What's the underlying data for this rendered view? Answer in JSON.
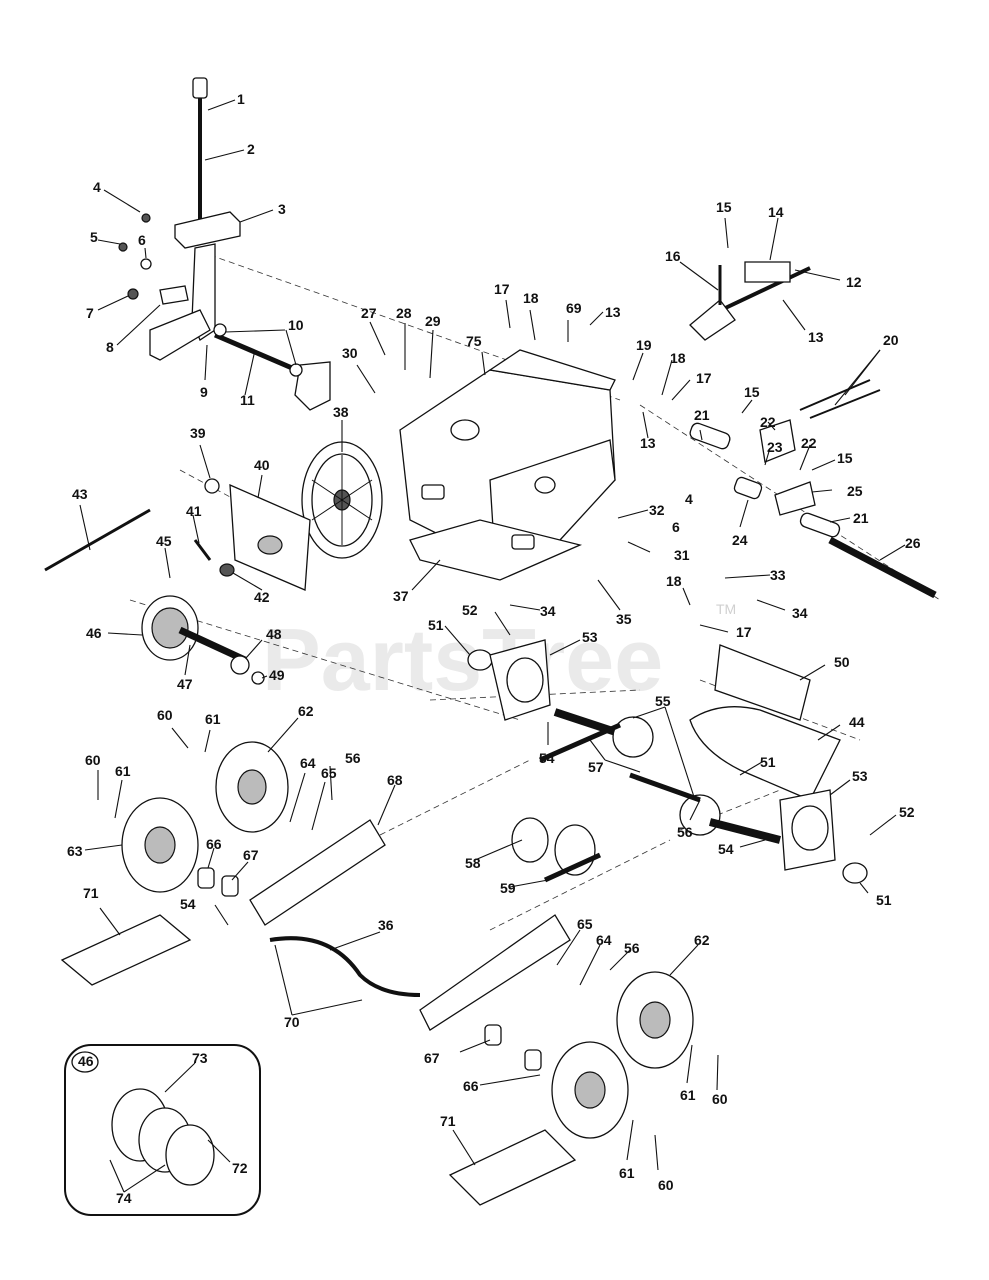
{
  "watermark": {
    "text": "PartsTree",
    "trademark": "TM"
  },
  "callouts": [
    {
      "id": "c1",
      "label": "1"
    },
    {
      "id": "c2",
      "label": "2"
    },
    {
      "id": "c3",
      "label": "3"
    },
    {
      "id": "c4a",
      "label": "4"
    },
    {
      "id": "c4b",
      "label": "4"
    },
    {
      "id": "c5",
      "label": "5"
    },
    {
      "id": "c6a",
      "label": "6"
    },
    {
      "id": "c6b",
      "label": "6"
    },
    {
      "id": "c7",
      "label": "7"
    },
    {
      "id": "c8",
      "label": "8"
    },
    {
      "id": "c9",
      "label": "9"
    },
    {
      "id": "c10",
      "label": "10"
    },
    {
      "id": "c11",
      "label": "11"
    },
    {
      "id": "c12",
      "label": "12"
    },
    {
      "id": "c13a",
      "label": "13"
    },
    {
      "id": "c13b",
      "label": "13"
    },
    {
      "id": "c13c",
      "label": "13"
    },
    {
      "id": "c14",
      "label": "14"
    },
    {
      "id": "c15a",
      "label": "15"
    },
    {
      "id": "c15b",
      "label": "15"
    },
    {
      "id": "c15c",
      "label": "15"
    },
    {
      "id": "c16",
      "label": "16"
    },
    {
      "id": "c17a",
      "label": "17"
    },
    {
      "id": "c17b",
      "label": "17"
    },
    {
      "id": "c17c",
      "label": "17"
    },
    {
      "id": "c18a",
      "label": "18"
    },
    {
      "id": "c18b",
      "label": "18"
    },
    {
      "id": "c18c",
      "label": "18"
    },
    {
      "id": "c19",
      "label": "19"
    },
    {
      "id": "c20",
      "label": "20"
    },
    {
      "id": "c21a",
      "label": "21"
    },
    {
      "id": "c21b",
      "label": "21"
    },
    {
      "id": "c22a",
      "label": "22"
    },
    {
      "id": "c22b",
      "label": "22"
    },
    {
      "id": "c23",
      "label": "23"
    },
    {
      "id": "c24",
      "label": "24"
    },
    {
      "id": "c25",
      "label": "25"
    },
    {
      "id": "c26",
      "label": "26"
    },
    {
      "id": "c27",
      "label": "27"
    },
    {
      "id": "c28",
      "label": "28"
    },
    {
      "id": "c29",
      "label": "29"
    },
    {
      "id": "c30",
      "label": "30"
    },
    {
      "id": "c31",
      "label": "31"
    },
    {
      "id": "c32",
      "label": "32"
    },
    {
      "id": "c33",
      "label": "33"
    },
    {
      "id": "c34a",
      "label": "34"
    },
    {
      "id": "c34b",
      "label": "34"
    },
    {
      "id": "c35",
      "label": "35"
    },
    {
      "id": "c36",
      "label": "36"
    },
    {
      "id": "c37",
      "label": "37"
    },
    {
      "id": "c38",
      "label": "38"
    },
    {
      "id": "c39",
      "label": "39"
    },
    {
      "id": "c40",
      "label": "40"
    },
    {
      "id": "c41",
      "label": "41"
    },
    {
      "id": "c42",
      "label": "42"
    },
    {
      "id": "c43",
      "label": "43"
    },
    {
      "id": "c44",
      "label": "44"
    },
    {
      "id": "c45",
      "label": "45"
    },
    {
      "id": "c46a",
      "label": "46"
    },
    {
      "id": "c46b",
      "label": "46"
    },
    {
      "id": "c47",
      "label": "47"
    },
    {
      "id": "c48",
      "label": "48"
    },
    {
      "id": "c49",
      "label": "49"
    },
    {
      "id": "c50",
      "label": "50"
    },
    {
      "id": "c51a",
      "label": "51"
    },
    {
      "id": "c51b",
      "label": "51"
    },
    {
      "id": "c51c",
      "label": "51"
    },
    {
      "id": "c52a",
      "label": "52"
    },
    {
      "id": "c52b",
      "label": "52"
    },
    {
      "id": "c53a",
      "label": "53"
    },
    {
      "id": "c53b",
      "label": "53"
    },
    {
      "id": "c54a",
      "label": "54"
    },
    {
      "id": "c54b",
      "label": "54"
    },
    {
      "id": "c54c",
      "label": "54"
    },
    {
      "id": "c55",
      "label": "55"
    },
    {
      "id": "c56a",
      "label": "56"
    },
    {
      "id": "c56b",
      "label": "56"
    },
    {
      "id": "c56c",
      "label": "56"
    },
    {
      "id": "c57",
      "label": "57"
    },
    {
      "id": "c58",
      "label": "58"
    },
    {
      "id": "c59",
      "label": "59"
    },
    {
      "id": "c60a",
      "label": "60"
    },
    {
      "id": "c60b",
      "label": "60"
    },
    {
      "id": "c60c",
      "label": "60"
    },
    {
      "id": "c60d",
      "label": "60"
    },
    {
      "id": "c61a",
      "label": "61"
    },
    {
      "id": "c61b",
      "label": "61"
    },
    {
      "id": "c61c",
      "label": "61"
    },
    {
      "id": "c61d",
      "label": "61"
    },
    {
      "id": "c62a",
      "label": "62"
    },
    {
      "id": "c62b",
      "label": "62"
    },
    {
      "id": "c63",
      "label": "63"
    },
    {
      "id": "c64a",
      "label": "64"
    },
    {
      "id": "c64b",
      "label": "64"
    },
    {
      "id": "c65a",
      "label": "65"
    },
    {
      "id": "c65b",
      "label": "65"
    },
    {
      "id": "c66a",
      "label": "66"
    },
    {
      "id": "c66b",
      "label": "66"
    },
    {
      "id": "c67a",
      "label": "67"
    },
    {
      "id": "c67b",
      "label": "67"
    },
    {
      "id": "c68",
      "label": "68"
    },
    {
      "id": "c69",
      "label": "69"
    },
    {
      "id": "c70",
      "label": "70"
    },
    {
      "id": "c71a",
      "label": "71"
    },
    {
      "id": "c71b",
      "label": "71"
    },
    {
      "id": "c72",
      "label": "72"
    },
    {
      "id": "c73",
      "label": "73"
    },
    {
      "id": "c74",
      "label": "74"
    },
    {
      "id": "c75",
      "label": "75"
    }
  ]
}
